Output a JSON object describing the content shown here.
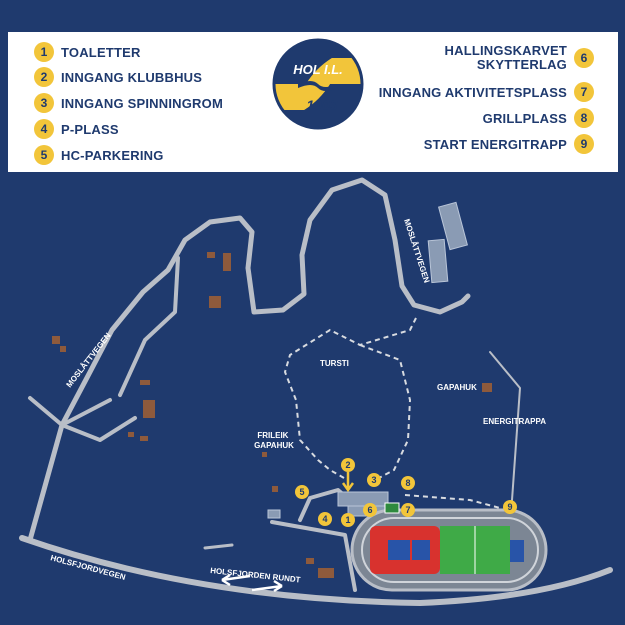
{
  "legend": {
    "left": [
      {
        "num": "1",
        "label": "TOALETTER"
      },
      {
        "num": "2",
        "label": "INNGANG KLUBBHUS"
      },
      {
        "num": "3",
        "label": "INNGANG SPINNINGROM"
      },
      {
        "num": "4",
        "label": "P-PLASS"
      },
      {
        "num": "5",
        "label": "HC-PARKERING"
      }
    ],
    "right": [
      {
        "num": "6",
        "label": "HALLINGSKARVET\nSKYTTERLAG"
      },
      {
        "num": "7",
        "label": "INNGANG AKTIVITETSPLASS"
      },
      {
        "num": "8",
        "label": "GRILLPLASS"
      },
      {
        "num": "9",
        "label": "START ENERGITRAPP"
      }
    ]
  },
  "logo": {
    "name": "HOL I.L.",
    "year": "1903"
  },
  "map": {
    "roads": {
      "moslattvegen_west": "MOSLÅTTVEGEN",
      "moslattvegen_east": "MOSLÅTTVEGEN",
      "holsfjordvegen": "HOLSFJORDVEGEN"
    },
    "places": {
      "tursti": "TURSTI",
      "gapahuk": "GAPAHUK",
      "energitrappa": "ENERGITRAPPA",
      "frileik_gapahuk": "FRILEIK\nGAPAHUK",
      "holsfjorden_rundt": "HOLSFJORDEN RUNDT"
    },
    "markers": [
      "1",
      "2",
      "3",
      "4",
      "5",
      "6",
      "7",
      "8",
      "9"
    ]
  },
  "colors": {
    "navy": "#1f3a6e",
    "yellow": "#f2c53a",
    "road": "#b9bec7",
    "building": "#8e5a3c",
    "building_grey": "#8a9bb4",
    "track_red": "#d8322e",
    "field_green": "#3faa47"
  }
}
